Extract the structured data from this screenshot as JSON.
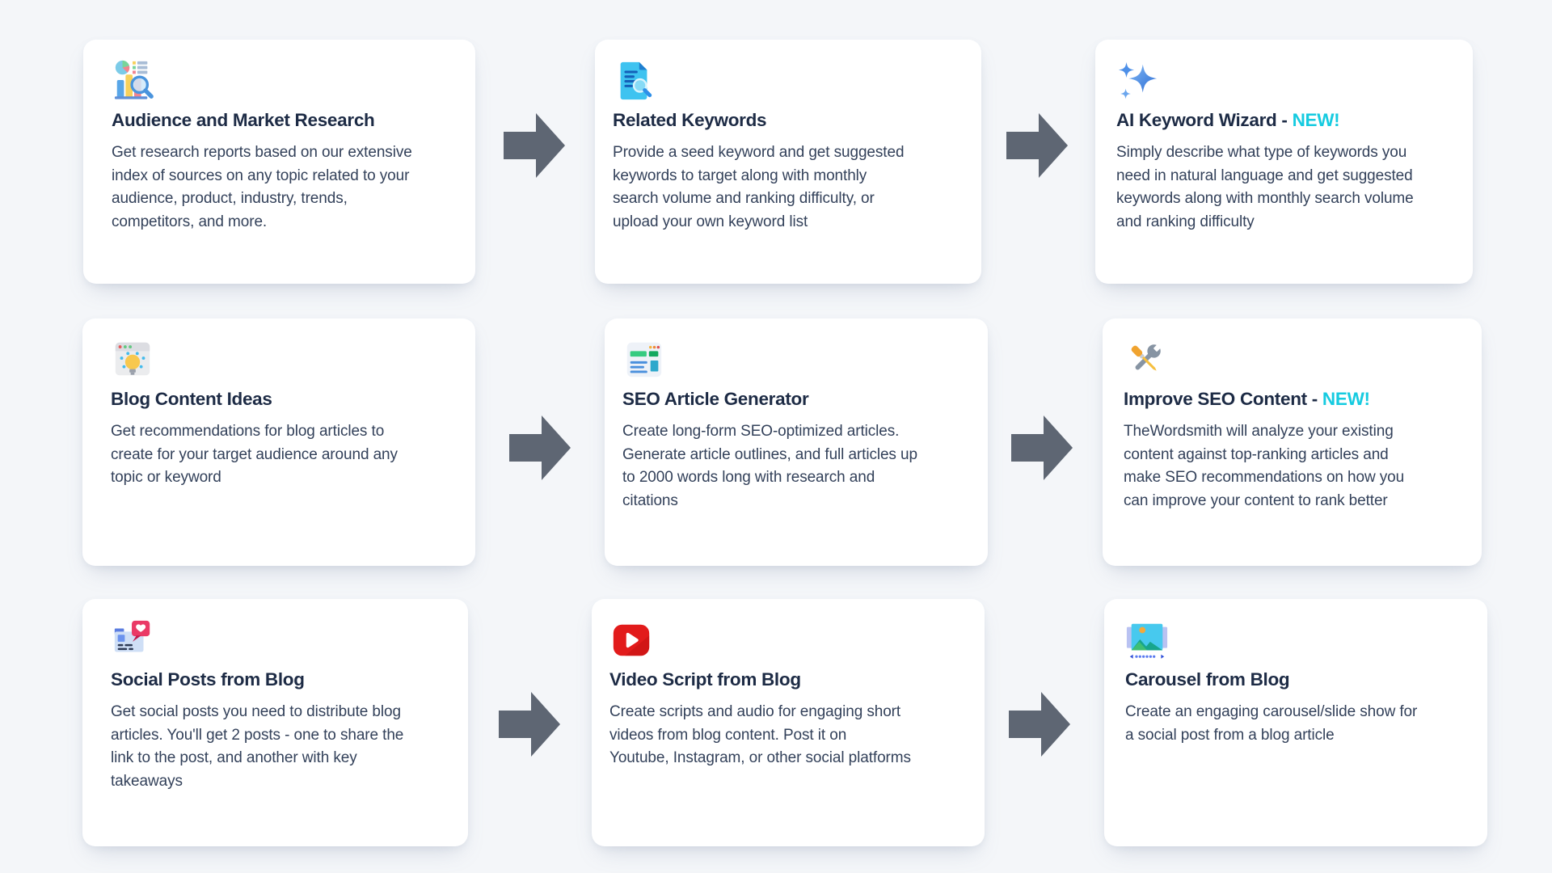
{
  "page": {
    "background_color": "#f4f6f9",
    "card_background": "#ffffff",
    "title_color": "#1d2b45",
    "body_color": "#33415a",
    "new_badge_color": "#16cbe0",
    "arrow_color": "#5e6673"
  },
  "cards": [
    {
      "icon": "research-analytics-magnifier-icon",
      "title": "Audience and Market Research",
      "description": "Get research reports based on our extensive\nindex of sources on any topic related to your\naudience, product, industry, trends,\ncompetitors, and more."
    },
    {
      "icon": "keyword-document-magnifier-icon",
      "title": "Related Keywords",
      "description": "Provide a seed keyword and get suggested\nkeywords to target along with monthly\nsearch volume and ranking difficulty, or\nupload your own keyword list"
    },
    {
      "icon": "ai-sparkles-icon",
      "title": "AI Keyword Wizard - ",
      "badge": "NEW!",
      "description": "Simply describe what type of keywords you\nneed in natural language and get suggested\nkeywords along with monthly search volume\nand ranking difficulty"
    },
    {
      "icon": "browser-lightbulb-icon",
      "title": "Blog Content Ideas",
      "description": "Get recommendations for blog articles to\ncreate for your target audience around any\ntopic or keyword"
    },
    {
      "icon": "seo-article-window-icon",
      "title": "SEO Article Generator",
      "description": "Create long-form SEO-optimized articles.\nGenerate article outlines, and full articles up\nto 2000 words long with research and\ncitations"
    },
    {
      "icon": "wrench-screwdriver-tools-icon",
      "title": "Improve SEO Content - ",
      "badge": "NEW!",
      "description": "TheWordsmith will analyze your existing\ncontent against top-ranking articles and\nmake SEO recommendations on how you\ncan improve your content to rank better"
    },
    {
      "icon": "social-post-heart-icon",
      "title": "Social Posts from Blog",
      "description": "Get social posts you need to distribute blog\narticles. You'll get 2 posts - one to share the\nlink to the post, and another with key\ntakeaways"
    },
    {
      "icon": "youtube-play-icon",
      "title": "Video Script from Blog",
      "description": "Create scripts and audio for engaging short\nvideos from blog content. Post it on\nYoutube, Instagram, or other social platforms"
    },
    {
      "icon": "carousel-image-slides-icon",
      "title": "Carousel from Blog",
      "description": "Create an engaging carousel/slide show for\na social post from a blog article"
    }
  ]
}
